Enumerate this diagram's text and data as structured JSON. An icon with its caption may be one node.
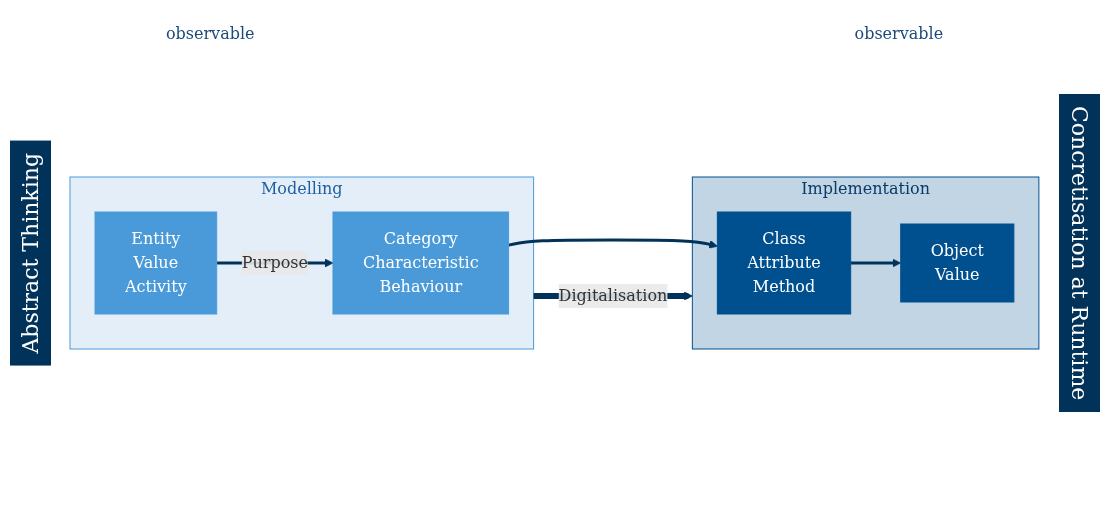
{
  "diagram": {
    "nodes": [
      {
        "text": [
          "Modelling"
        ]
      },
      {
        "text": [
          "Category",
          "Characteristic",
          "Behaviour"
        ],
        "in": 0
      },
      {
        "text": [
          "Entity",
          "Value",
          "Activity"
        ],
        "in": 0
      },
      {
        "text": [
          "Implementation"
        ]
      },
      {
        "text": [
          "Class",
          "Attribute",
          "Method"
        ],
        "in": 3
      },
      {
        "text": [
          "Object",
          "Value"
        ],
        "in": 3
      }
    ],
    "edges": [
      {
        "from": 0,
        "to": 3,
        "arrow": "to",
        "label": "Digitalisation",
        "style": "thick"
      },
      {
        "from": 1,
        "to": 4,
        "arrow": "to"
      },
      {
        "from": 2,
        "to": 1,
        "arrow": "to",
        "label": "Purpose"
      },
      {
        "from": 4,
        "to": 5,
        "arrow": "to"
      }
    ],
    "labels": [
      "Abstract Thinking",
      "observable",
      "observable",
      "Concretisation at Runtime"
    ]
  }
}
